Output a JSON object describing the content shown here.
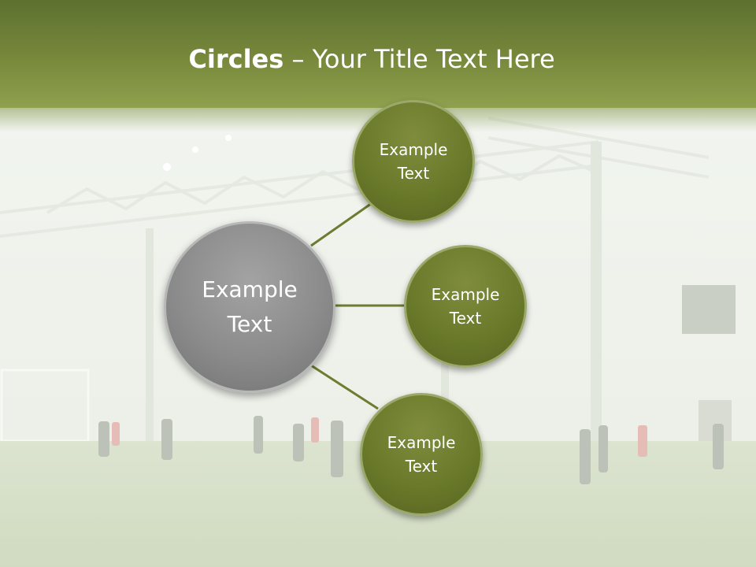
{
  "slide": {
    "title_bold": "Circles",
    "title_rest": " – Your Title Text Here"
  },
  "diagram": {
    "center_label": "Example\nText",
    "nodes": [
      {
        "label": "Example\nText"
      },
      {
        "label": "Example\nText"
      },
      {
        "label": "Example\nText"
      }
    ]
  },
  "colors": {
    "header": "#6f8236",
    "node_fill": "#6a7a2a",
    "center_fill": "#8b8b8b",
    "connector": "#6c7c30"
  }
}
